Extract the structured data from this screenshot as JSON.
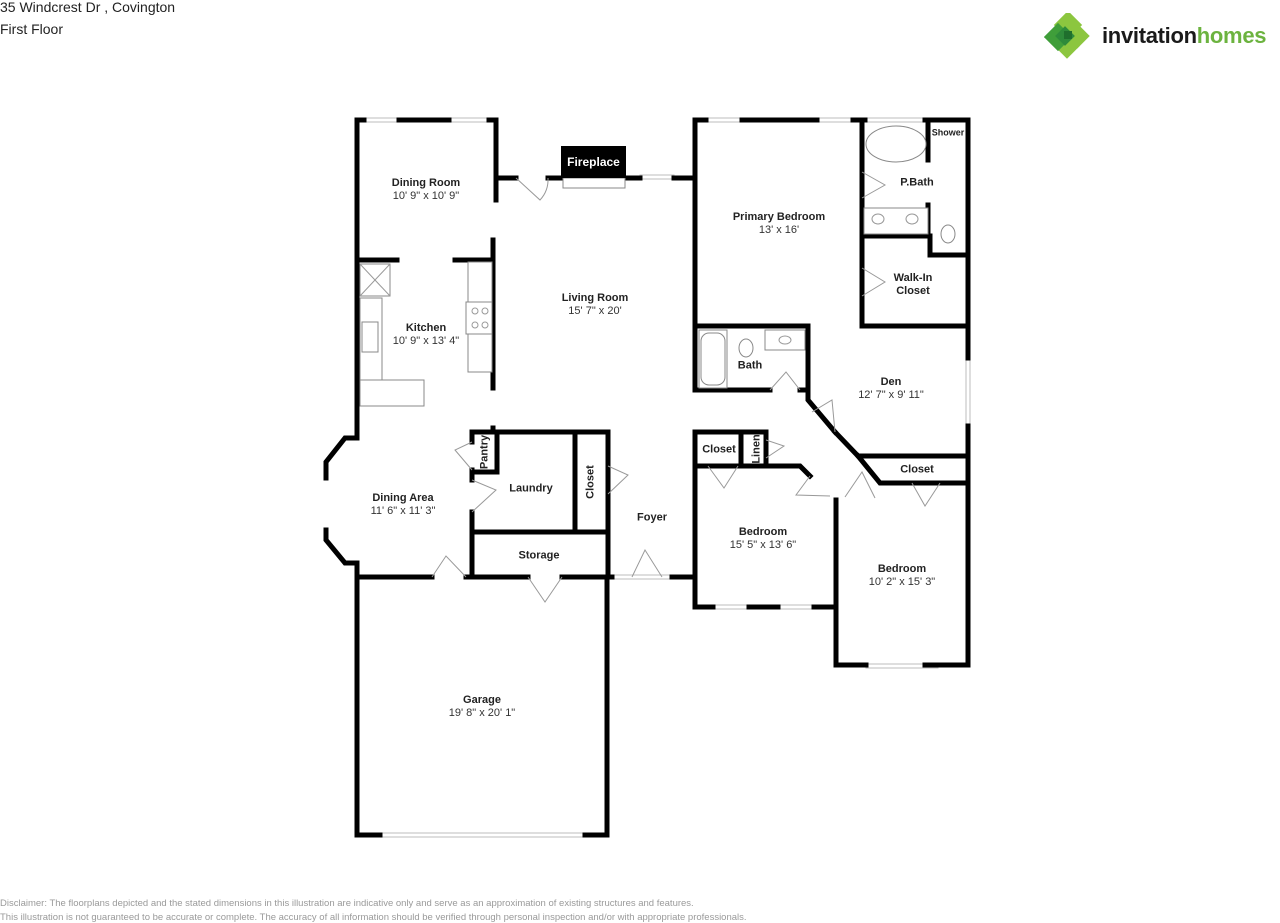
{
  "header": {
    "address": "35 Windcrest Dr , Covington",
    "floor": "First Floor"
  },
  "logo": {
    "icon": "green-diamond-cluster-icon",
    "word1": "invitation",
    "word2": "homes",
    "colors": {
      "dark": "#1a1a1a",
      "green": "#6cb33f",
      "dark_green": "#2e8b3a"
    }
  },
  "rooms": {
    "dining_room": {
      "name": "Dining Room",
      "dims": "10' 9\" x 10' 9\""
    },
    "fireplace": {
      "name": "Fireplace"
    },
    "living_room": {
      "name": "Living Room",
      "dims": "15' 7\" x 20'"
    },
    "kitchen": {
      "name": "Kitchen",
      "dims": "10' 9\" x 13' 4\""
    },
    "primary_bedroom": {
      "name": "Primary Bedroom",
      "dims": "13' x 16'"
    },
    "shower": {
      "name": "Shower"
    },
    "p_bath": {
      "name": "P.Bath"
    },
    "walk_in_closet": {
      "name": "Walk-In",
      "name2": "Closet"
    },
    "bath": {
      "name": "Bath"
    },
    "den": {
      "name": "Den",
      "dims": "12' 7\" x 9' 11\""
    },
    "pantry": {
      "name": "Pantry"
    },
    "laundry": {
      "name": "Laundry"
    },
    "hall_closet": {
      "name": "Closet"
    },
    "foyer": {
      "name": "Foyer"
    },
    "dining_area": {
      "name": "Dining Area",
      "dims": "11' 6\" x 11' 3\""
    },
    "storage": {
      "name": "Storage"
    },
    "closet_left": {
      "name": "Closet"
    },
    "linen": {
      "name": "Linen"
    },
    "closet_right": {
      "name": "Closet"
    },
    "bedroom_2": {
      "name": "Bedroom",
      "dims": "15' 5\" x 13' 6\""
    },
    "bedroom_3": {
      "name": "Bedroom",
      "dims": "10' 2\" x 15' 3\""
    },
    "garage": {
      "name": "Garage",
      "dims": "19' 8\" x 20' 1\""
    }
  },
  "disclaimer": {
    "line1": "Disclaimer: The floorplans depicted and the stated dimensions in this illustration are indicative only and serve as an approximation of existing structures and features.",
    "line2": "This illustration is not guaranteed to be accurate or complete. The accuracy of all information should be verified through personal inspection and/or with appropriate professionals."
  }
}
